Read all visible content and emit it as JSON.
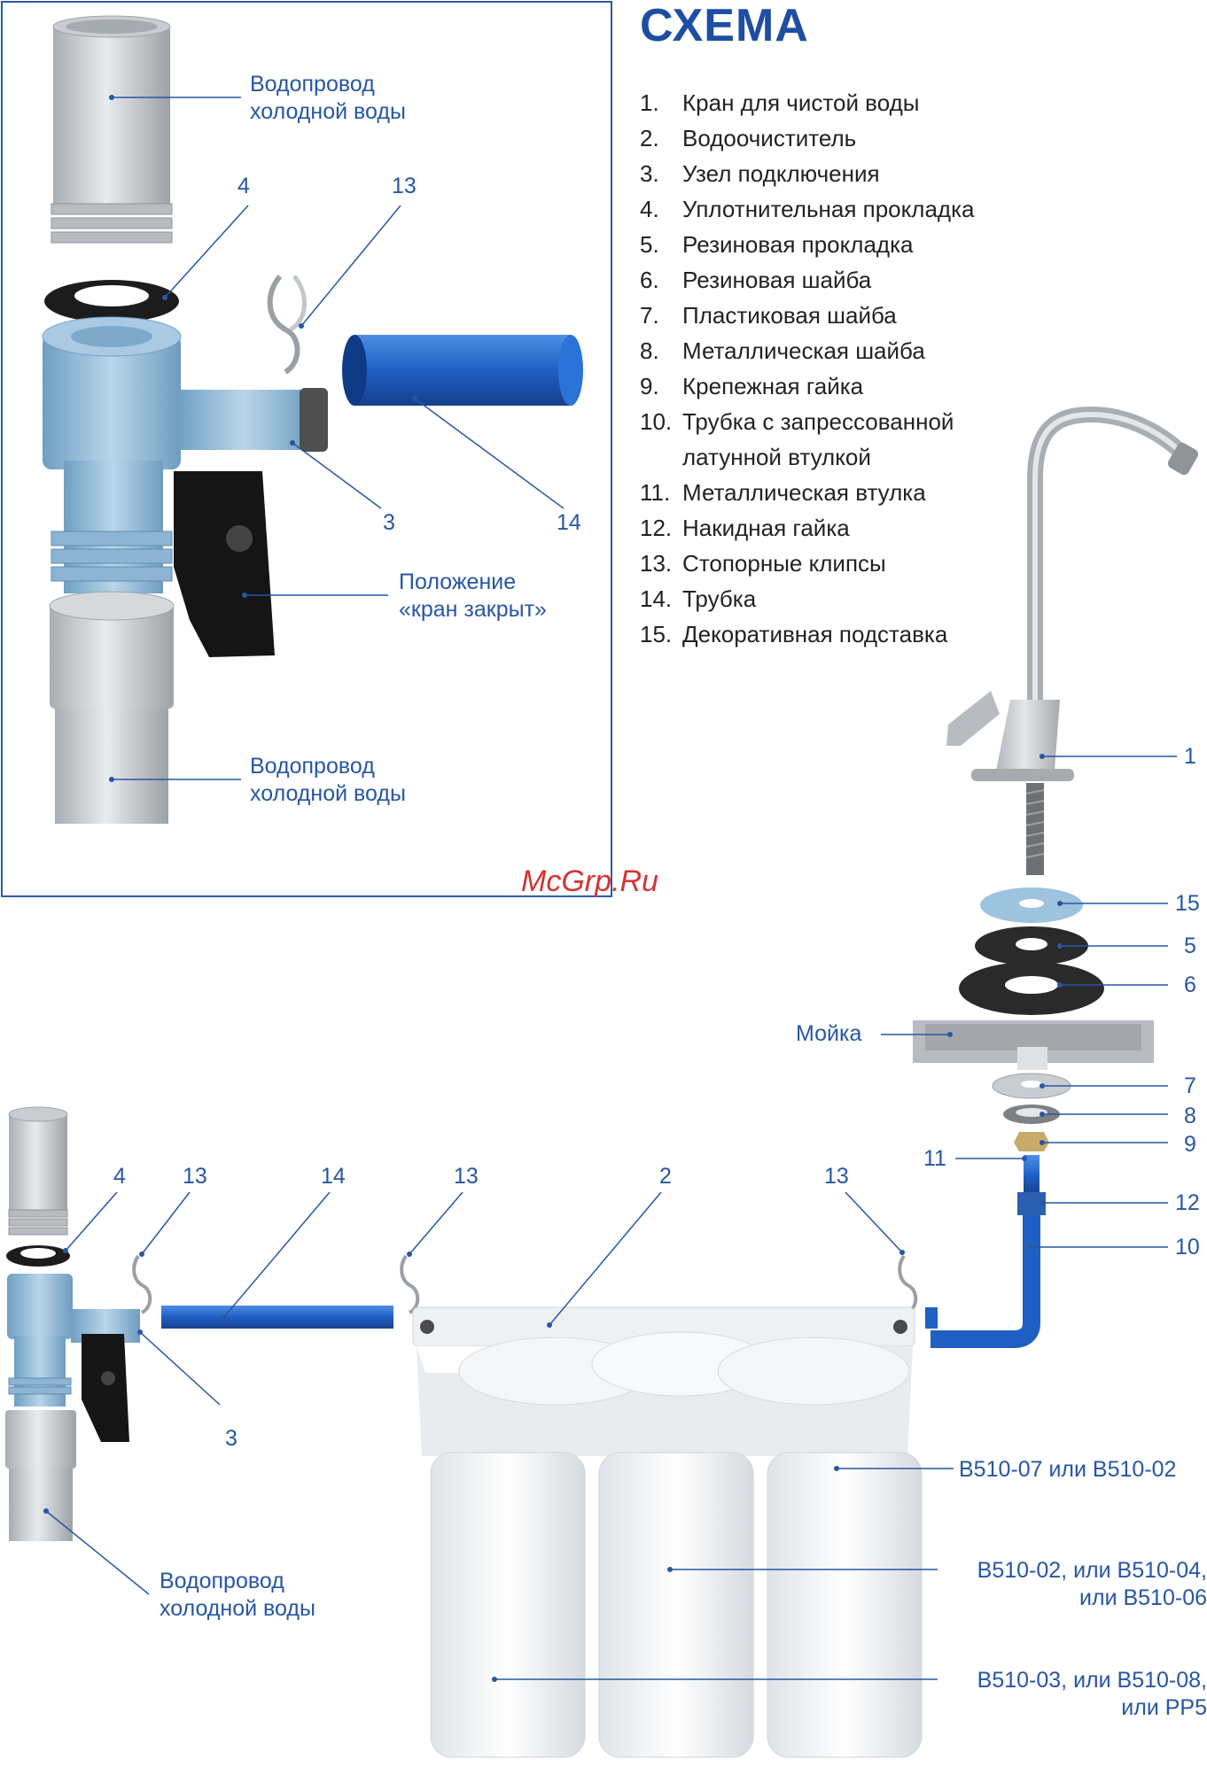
{
  "title": "СХЕМА",
  "legend": [
    {
      "n": "1.",
      "t": "Кран для чистой воды"
    },
    {
      "n": "2.",
      "t": "Водоочиститель"
    },
    {
      "n": "3.",
      "t": "Узел подключения"
    },
    {
      "n": "4.",
      "t": "Уплотнительная прокладка"
    },
    {
      "n": "5.",
      "t": "Резиновая прокладка"
    },
    {
      "n": "6.",
      "t": "Резиновая шайба"
    },
    {
      "n": "7.",
      "t": "Пластиковая шайба"
    },
    {
      "n": "8.",
      "t": "Металлическая шайба"
    },
    {
      "n": "9.",
      "t": "Крепежная гайка"
    },
    {
      "n": "10.",
      "t": "Трубка с запрессованной\nлатунной втулкой"
    },
    {
      "n": "11.",
      "t": "Металлическая втулка"
    },
    {
      "n": "12.",
      "t": "Накидная гайка"
    },
    {
      "n": "13.",
      "t": "Стопорные клипсы"
    },
    {
      "n": "14.",
      "t": "Трубка"
    },
    {
      "n": "15.",
      "t": "Декоративная подставка"
    }
  ],
  "inset": {
    "pipe_top": "Водопровод\nхолодной воды",
    "pipe_bottom": "Водопровод\nхолодной воды",
    "valve_state": "Положение\n«кран закрыт»",
    "n4": "4",
    "n13": "13",
    "n3": "3",
    "n14": "14"
  },
  "main": {
    "sink": "Мойка",
    "pipe": "Водопровод\nхолодной воды",
    "n4": "4",
    "n13a": "13",
    "n14": "14",
    "n13b": "13",
    "n2": "2",
    "n13c": "13",
    "n3": "3",
    "n1": "1",
    "n15": "15",
    "n5": "5",
    "n6": "6",
    "n7": "7",
    "n8": "8",
    "n9": "9",
    "n11": "11",
    "n12": "12",
    "n10": "10",
    "cart1": "B510-07 или B510-02",
    "cart2": "B510-02, или B510-04,\nили B510-06",
    "cart3": "B510-03, или B510-08,\nили PP5"
  },
  "watermark": "McGrp.Ru",
  "colors": {
    "accent": "#2756a4",
    "pipe": "#1f5fc4",
    "valve": "#8fb8d6"
  }
}
